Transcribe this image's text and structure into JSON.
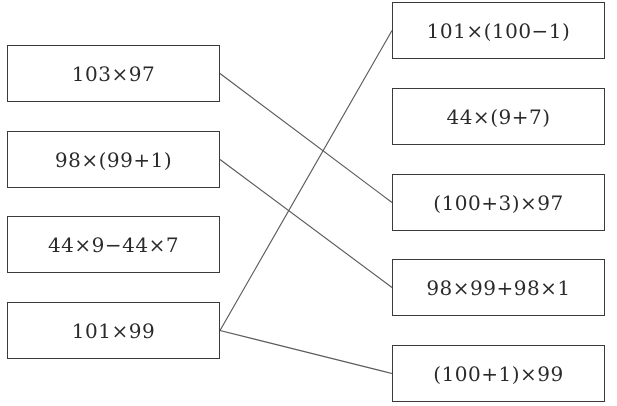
{
  "left_expressions": [
    {
      "id": "L1",
      "text": "103×97"
    },
    {
      "id": "L2",
      "text": "98×(99+1)"
    },
    {
      "id": "L3",
      "text": "44×9−44×7"
    },
    {
      "id": "L4",
      "text": "101×99"
    }
  ],
  "right_expressions": [
    {
      "id": "R1",
      "text": "101×(100−1)"
    },
    {
      "id": "R2",
      "text": "44×(9+7)"
    },
    {
      "id": "R3",
      "text": "(100+3)×97"
    },
    {
      "id": "R4",
      "text": "98×99+98×1"
    },
    {
      "id": "R5",
      "text": "(100+1)×99"
    }
  ],
  "connections": [
    {
      "from": "L1",
      "to": "R3"
    },
    {
      "from": "L2",
      "to": "R4"
    },
    {
      "from": "L4",
      "to": "R1"
    },
    {
      "from": "L4",
      "to": "R5"
    }
  ]
}
